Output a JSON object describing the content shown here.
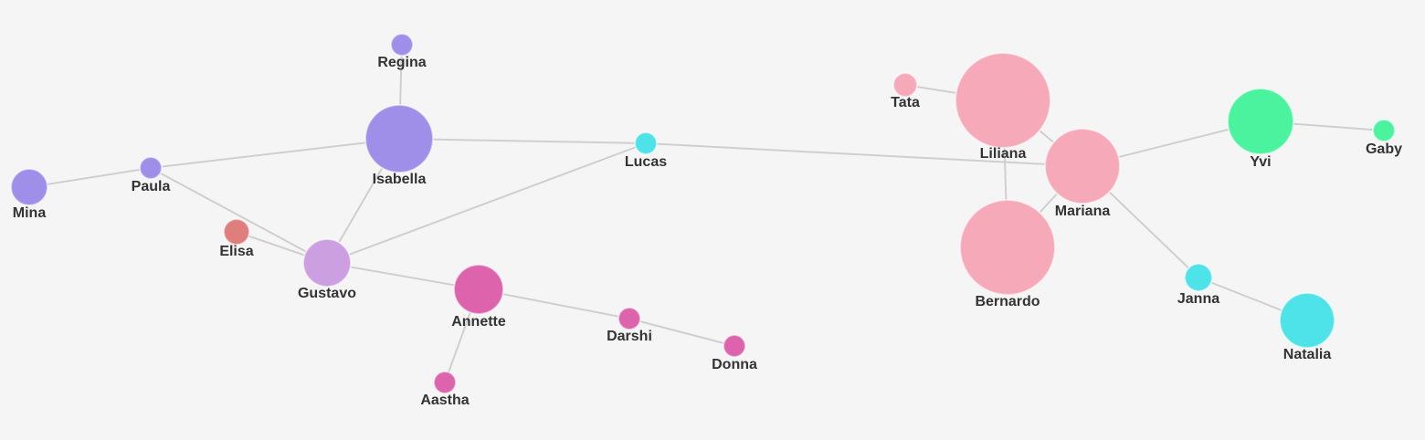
{
  "colors": {
    "purple": "#9f8fe8",
    "lavender": "#cc9fe0",
    "red": "#e07e7e",
    "magenta": "#dc63ac",
    "cyan": "#4de3e9",
    "pink": "#f6aab9",
    "green": "#4cf39f",
    "edge": "#cfcfcf",
    "label": "#333333",
    "background": "#f5f5f5"
  },
  "nodes": [
    {
      "id": "Regina",
      "label": "Regina",
      "color": "purple"
    },
    {
      "id": "Isabella",
      "label": "Isabella",
      "color": "purple"
    },
    {
      "id": "Mina",
      "label": "Mina",
      "color": "purple"
    },
    {
      "id": "Paula",
      "label": "Paula",
      "color": "purple"
    },
    {
      "id": "Elisa",
      "label": "Elisa",
      "color": "red"
    },
    {
      "id": "Gustavo",
      "label": "Gustavo",
      "color": "lavender"
    },
    {
      "id": "Annette",
      "label": "Annette",
      "color": "magenta"
    },
    {
      "id": "Darshi",
      "label": "Darshi",
      "color": "magenta"
    },
    {
      "id": "Donna",
      "label": "Donna",
      "color": "magenta"
    },
    {
      "id": "Aastha",
      "label": "Aastha",
      "color": "magenta"
    },
    {
      "id": "Lucas",
      "label": "Lucas",
      "color": "cyan"
    },
    {
      "id": "Tata",
      "label": "Tata",
      "color": "pink"
    },
    {
      "id": "Liliana",
      "label": "Liliana",
      "color": "pink"
    },
    {
      "id": "Mariana",
      "label": "Mariana",
      "color": "pink"
    },
    {
      "id": "Bernardo",
      "label": "Bernardo",
      "color": "pink"
    },
    {
      "id": "Yvi",
      "label": "Yvi",
      "color": "green"
    },
    {
      "id": "Gaby",
      "label": "Gaby",
      "color": "green"
    },
    {
      "id": "Janna",
      "label": "Janna",
      "color": "cyan"
    },
    {
      "id": "Natalia",
      "label": "Natalia",
      "color": "cyan"
    }
  ],
  "edges": [
    [
      "Regina",
      "Isabella"
    ],
    [
      "Mina",
      "Paula"
    ],
    [
      "Paula",
      "Isabella"
    ],
    [
      "Paula",
      "Gustavo"
    ],
    [
      "Elisa",
      "Gustavo"
    ],
    [
      "Isabella",
      "Gustavo"
    ],
    [
      "Isabella",
      "Lucas"
    ],
    [
      "Gustavo",
      "Lucas"
    ],
    [
      "Gustavo",
      "Annette"
    ],
    [
      "Annette",
      "Darshi"
    ],
    [
      "Darshi",
      "Donna"
    ],
    [
      "Annette",
      "Aastha"
    ],
    [
      "Lucas",
      "Mariana"
    ],
    [
      "Tata",
      "Liliana"
    ],
    [
      "Liliana",
      "Mariana"
    ],
    [
      "Liliana",
      "Bernardo"
    ],
    [
      "Mariana",
      "Bernardo"
    ],
    [
      "Mariana",
      "Yvi"
    ],
    [
      "Yvi",
      "Gaby"
    ],
    [
      "Mariana",
      "Janna"
    ],
    [
      "Janna",
      "Natalia"
    ]
  ]
}
